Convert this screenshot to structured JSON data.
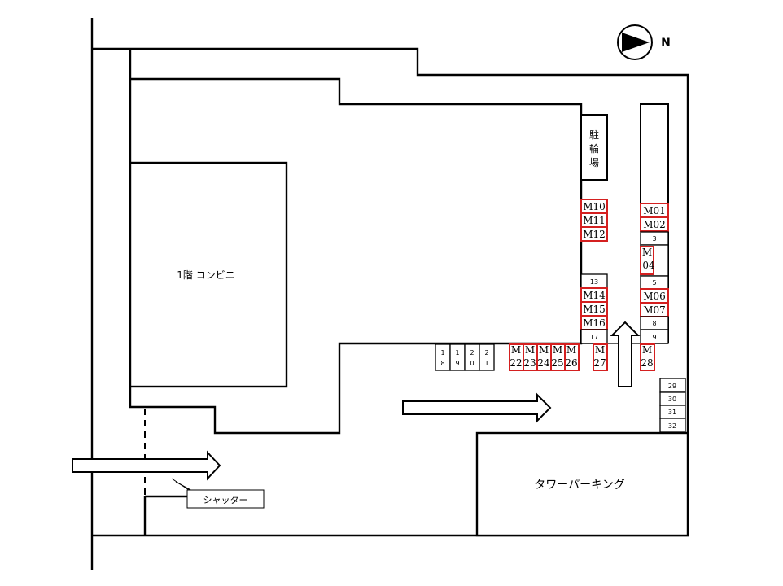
{
  "labels": {
    "konbini": "1階 コンビニ",
    "bicycle": [
      "駐",
      "輪",
      "場"
    ],
    "tower": "タワーパーキング",
    "shutter": "シャッター",
    "north": "N"
  },
  "slots_left_column": [
    "M10",
    "M11",
    "M12",
    "13",
    "M14",
    "M15",
    "M16",
    "17"
  ],
  "slots_right_column": [
    "M01",
    "M02",
    "3",
    "M04",
    "5",
    "M06",
    "M07",
    "8",
    "9"
  ],
  "slots_bottom_row": [
    "18",
    "19",
    "20",
    "21",
    "M22",
    "M23",
    "M24",
    "M25",
    "M26",
    "M27",
    "M28"
  ],
  "slots_far_right": [
    "29",
    "30",
    "31",
    "32"
  ]
}
